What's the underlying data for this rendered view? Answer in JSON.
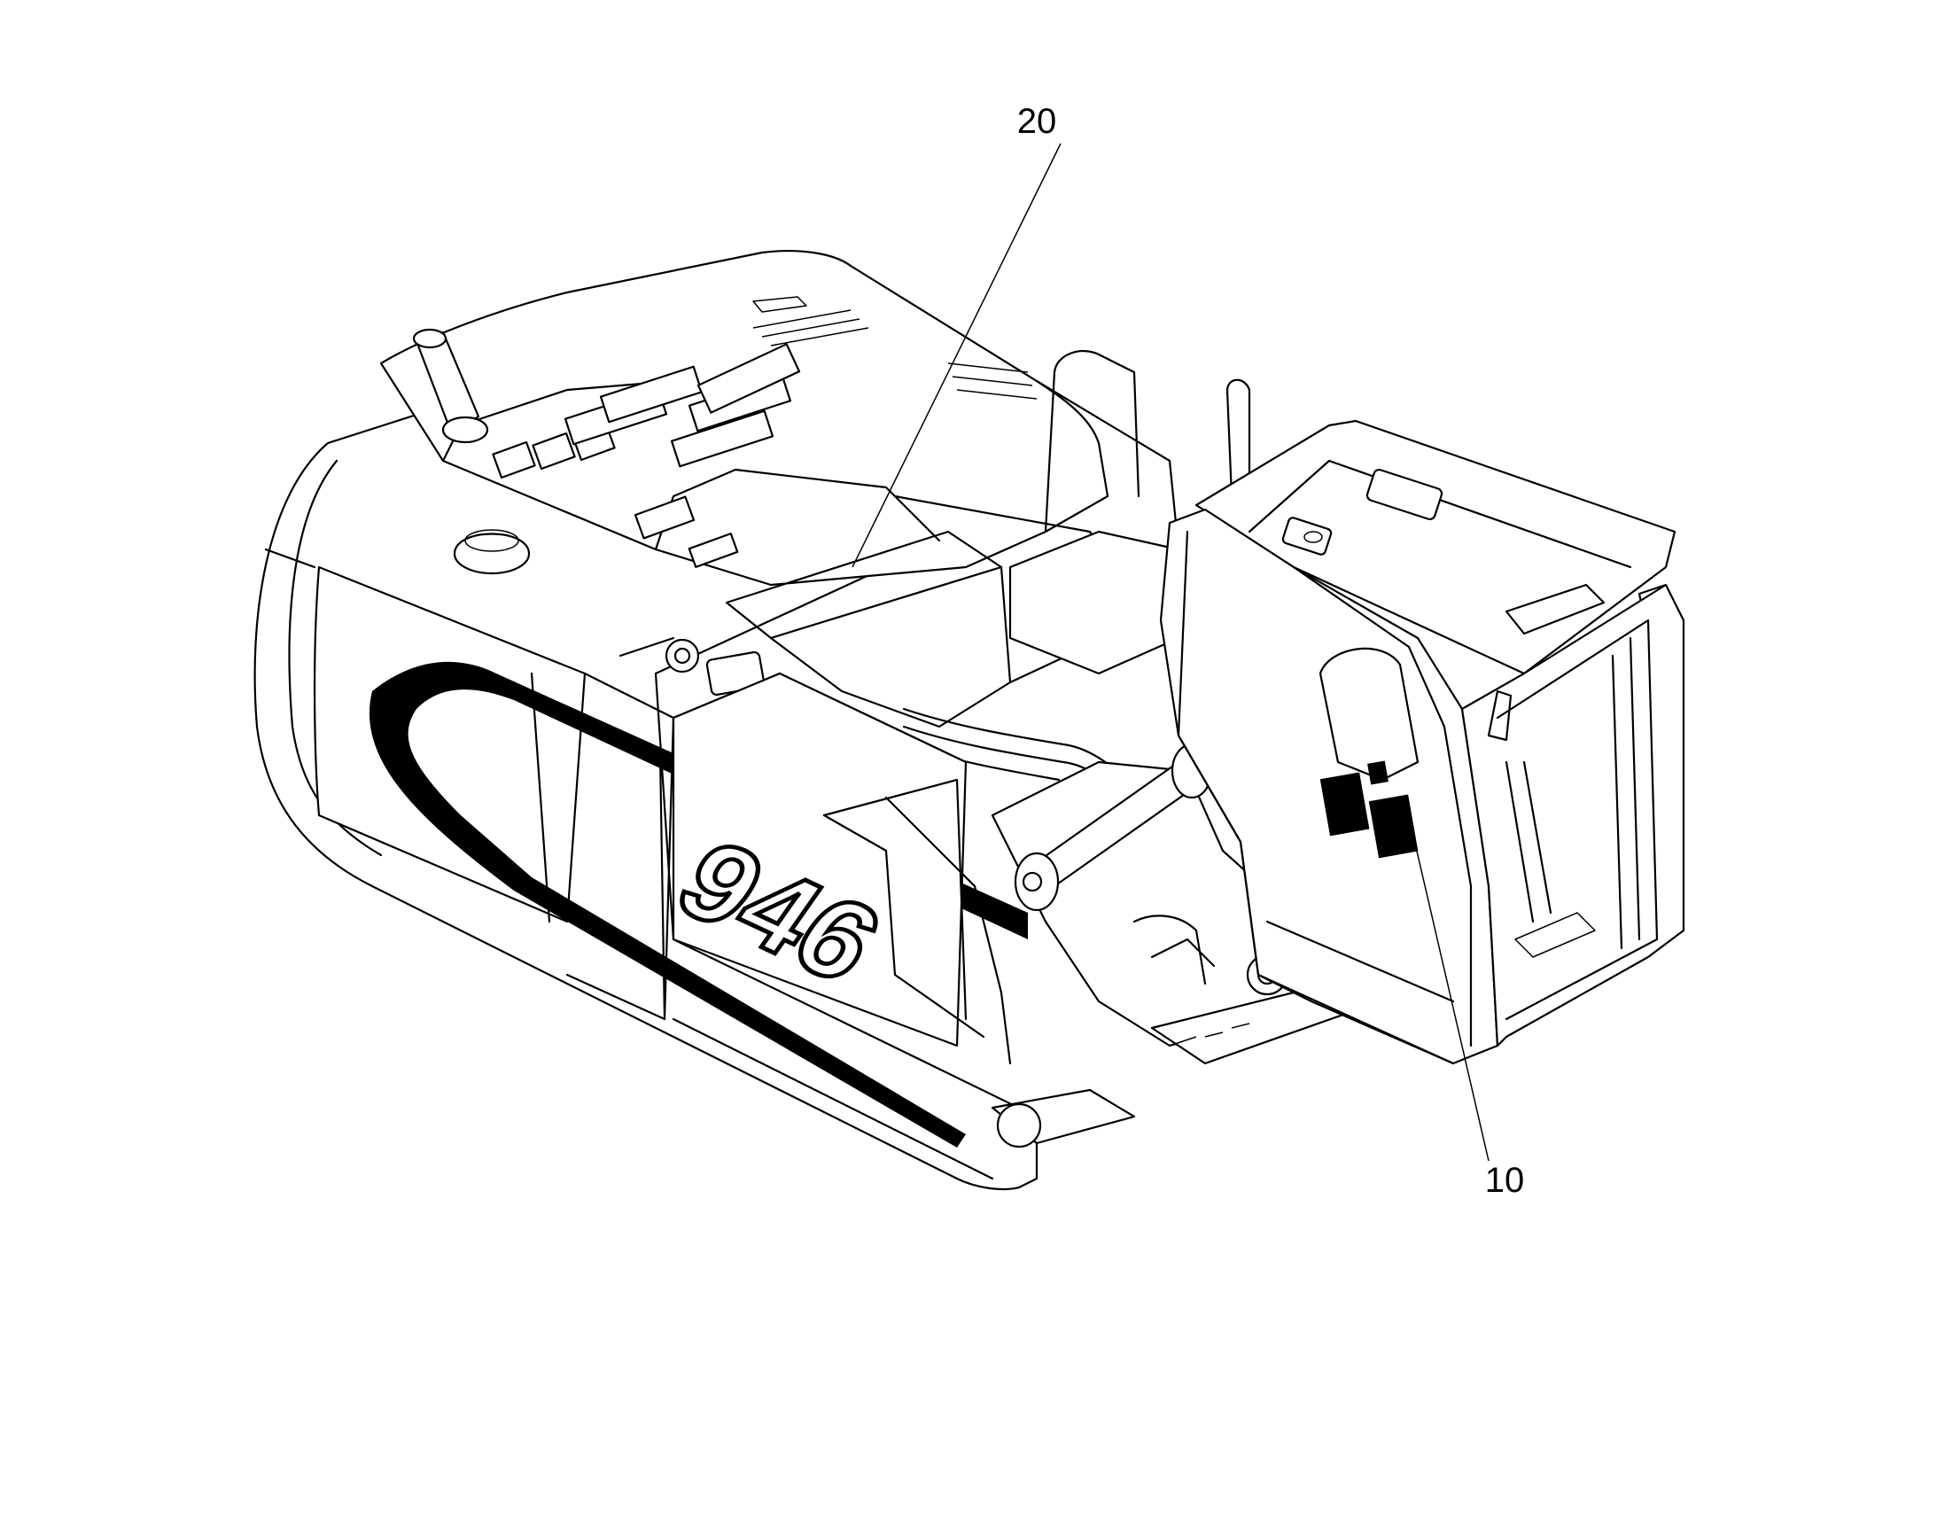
{
  "callouts": [
    {
      "id": "20",
      "label": "20"
    },
    {
      "id": "10",
      "label": "10"
    }
  ],
  "machine_model_text": "946",
  "colors": {
    "line": "#000000",
    "background": "#ffffff"
  }
}
